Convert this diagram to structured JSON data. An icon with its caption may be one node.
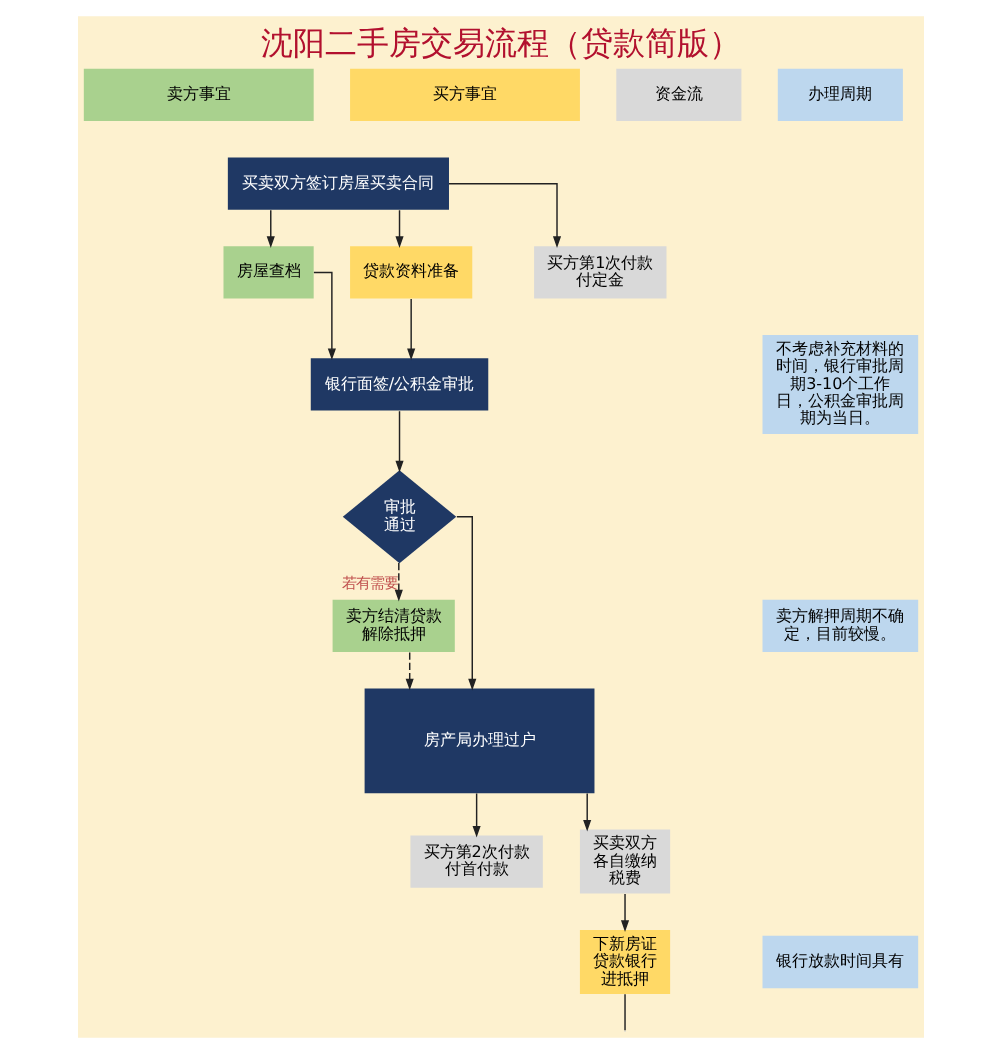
{
  "diagram": {
    "title": "沈阳二手房交易流程（贷款简版）",
    "nodes": [
      {
        "text": [
          "卖方事宜"
        ]
      },
      {
        "text": [
          "买方事宜"
        ]
      },
      {
        "text": [
          "资金流"
        ]
      },
      {
        "text": [
          "办理周期"
        ]
      },
      {
        "text": [
          "买卖双方签订房屋买卖合同"
        ]
      },
      {
        "text": [
          "房屋查档"
        ]
      },
      {
        "text": [
          "贷款资料准备"
        ]
      },
      {
        "text": [
          "买方第1次付款付定金"
        ]
      },
      {
        "text": [
          "银行面签/公积金审批"
        ]
      },
      {
        "text": [
          "审批通过"
        ]
      },
      {
        "text": [
          "卖方结清贷款解除抵押"
        ]
      },
      {
        "text": [
          "房产局办理过户"
        ]
      },
      {
        "text": [
          "买方第2次付款付首付款"
        ]
      },
      {
        "text": [
          "买卖双方各自缴纳税费"
        ]
      },
      {
        "text": [
          "下新房证贷款银行进抵押"
        ]
      },
      {
        "text": [
          "不考虑补充材料的时间，银行审批周期3-10个工作日，公积金审批周期为当日。"
        ]
      },
      {
        "text": [
          "卖方解押周期不确定，目前较慢。"
        ]
      },
      {
        "text": [
          "银行放款时间具有"
        ]
      }
    ],
    "edges": [
      {
        "from": 4,
        "to": 5,
        "arrow": "to"
      },
      {
        "from": 4,
        "to": 6,
        "arrow": "to"
      },
      {
        "from": 4,
        "to": 7,
        "arrow": "to"
      },
      {
        "from": 5,
        "to": 8,
        "arrow": "to"
      },
      {
        "from": 6,
        "to": 8,
        "arrow": "to"
      },
      {
        "from": 8,
        "to": 9,
        "arrow": "to"
      },
      {
        "from": 9,
        "to": 10,
        "arrow": "to",
        "label": "若有需要",
        "style": "dashed"
      },
      {
        "from": 10,
        "to": 11,
        "arrow": "to",
        "style": "dashed"
      },
      {
        "from": 9,
        "to": 11,
        "arrow": "to"
      },
      {
        "from": 11,
        "to": 12,
        "arrow": "to"
      },
      {
        "from": 11,
        "to": 13,
        "arrow": "to"
      },
      {
        "from": 13,
        "to": 14,
        "arrow": "to"
      },
      {
        "from": 14,
        "to": null,
        "arrow": "none"
      }
    ]
  }
}
